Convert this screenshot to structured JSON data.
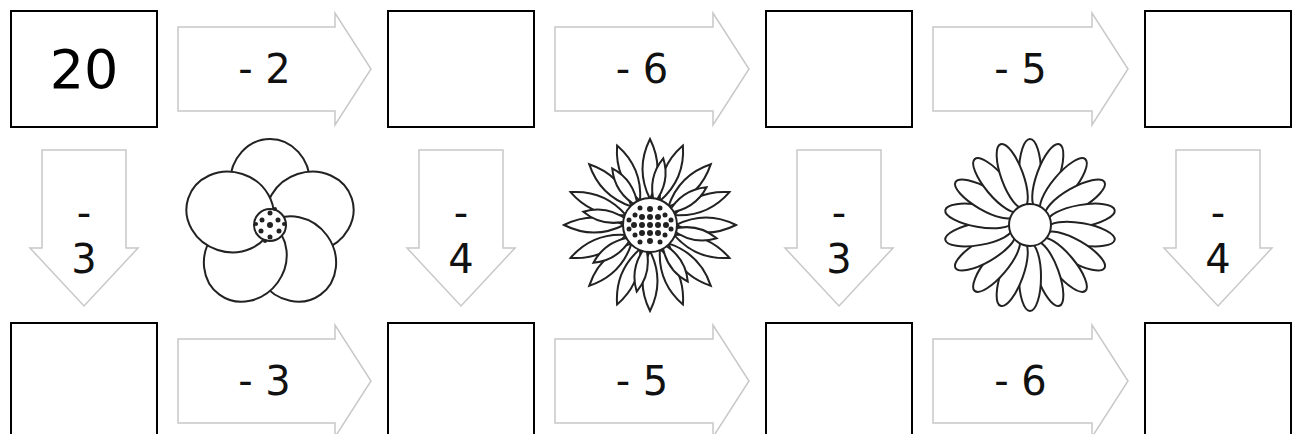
{
  "diagram": {
    "nodes": [
      {
        "text": [
          "20"
        ]
      },
      {
        "text": []
      },
      {
        "text": []
      },
      {
        "text": []
      },
      {
        "text": []
      },
      {
        "text": []
      },
      {
        "text": []
      },
      {
        "text": []
      }
    ],
    "edges": [
      {
        "from": 0,
        "to": 1,
        "arrow": "to",
        "label": "- 2"
      },
      {
        "from": 1,
        "to": 2,
        "arrow": "to",
        "label": "- 6"
      },
      {
        "from": 2,
        "to": 3,
        "arrow": "to",
        "label": "- 5"
      },
      {
        "from": 0,
        "to": 4,
        "arrow": "to",
        "label": "- 3"
      },
      {
        "from": 1,
        "to": 5,
        "arrow": "to",
        "label": "- 4"
      },
      {
        "from": 2,
        "to": 6,
        "arrow": "to",
        "label": "- 3"
      },
      {
        "from": 3,
        "to": 7,
        "arrow": "to",
        "label": "- 4"
      },
      {
        "from": 4,
        "to": 5,
        "arrow": "to",
        "label": "- 3"
      },
      {
        "from": 5,
        "to": 6,
        "arrow": "to",
        "label": "- 5"
      },
      {
        "from": 6,
        "to": 7,
        "arrow": "to",
        "label": "- 6"
      }
    ]
  }
}
